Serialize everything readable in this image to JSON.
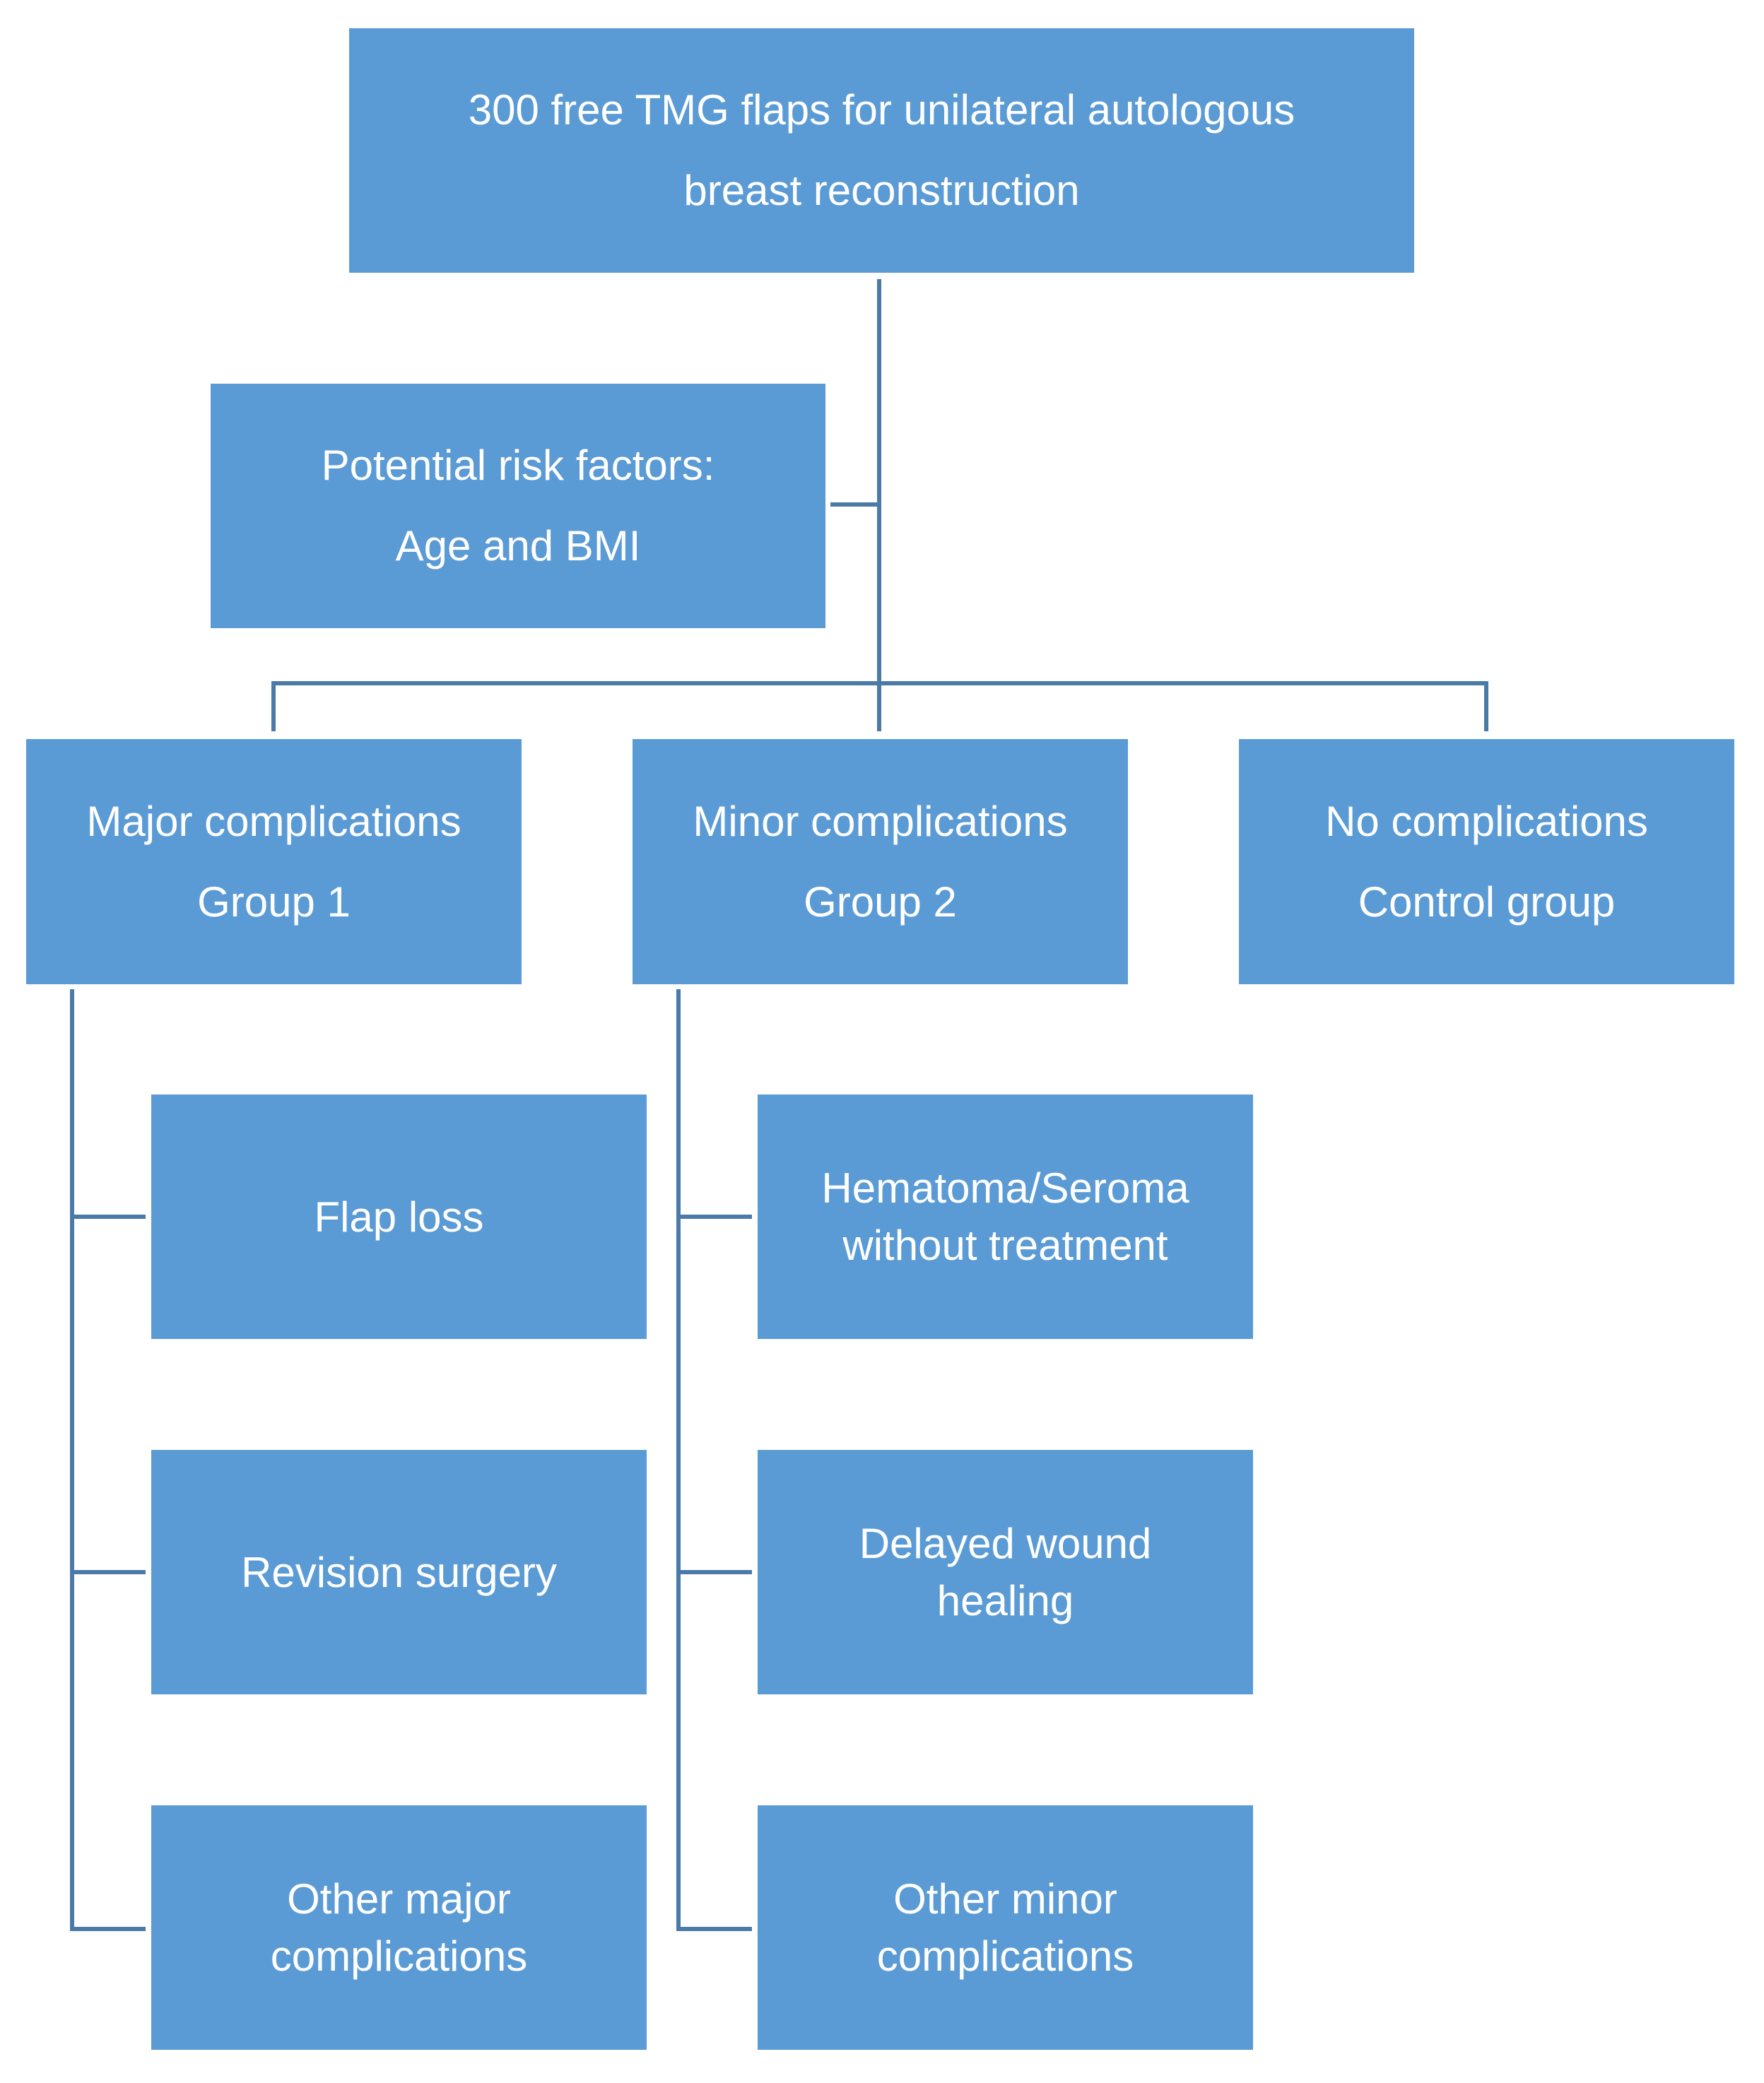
{
  "root": {
    "line1": "300 free TMG flaps for unilateral autologous",
    "line2": "breast reconstruction"
  },
  "risk": {
    "line1": "Potential risk factors:",
    "line2": "Age and BMI"
  },
  "groups": [
    {
      "line1": "Major complications",
      "line2": "Group 1"
    },
    {
      "line1": "Minor complications",
      "line2": "Group 2"
    },
    {
      "line1": "No complications",
      "line2": "Control group"
    }
  ],
  "major_items": [
    {
      "line1": "Flap loss",
      "line2": ""
    },
    {
      "line1": "Revision surgery",
      "line2": ""
    },
    {
      "line1": "Other major",
      "line2": "complications"
    }
  ],
  "minor_items": [
    {
      "line1": "Hematoma/Seroma",
      "line2": "without treatment"
    },
    {
      "line1": "Delayed wound",
      "line2": "healing"
    },
    {
      "line1": "Other minor",
      "line2": "complications"
    }
  ],
  "colors": {
    "box_fill": "#5b9bd5",
    "box_text": "#ffffff",
    "connector": "#4a7aa8"
  }
}
